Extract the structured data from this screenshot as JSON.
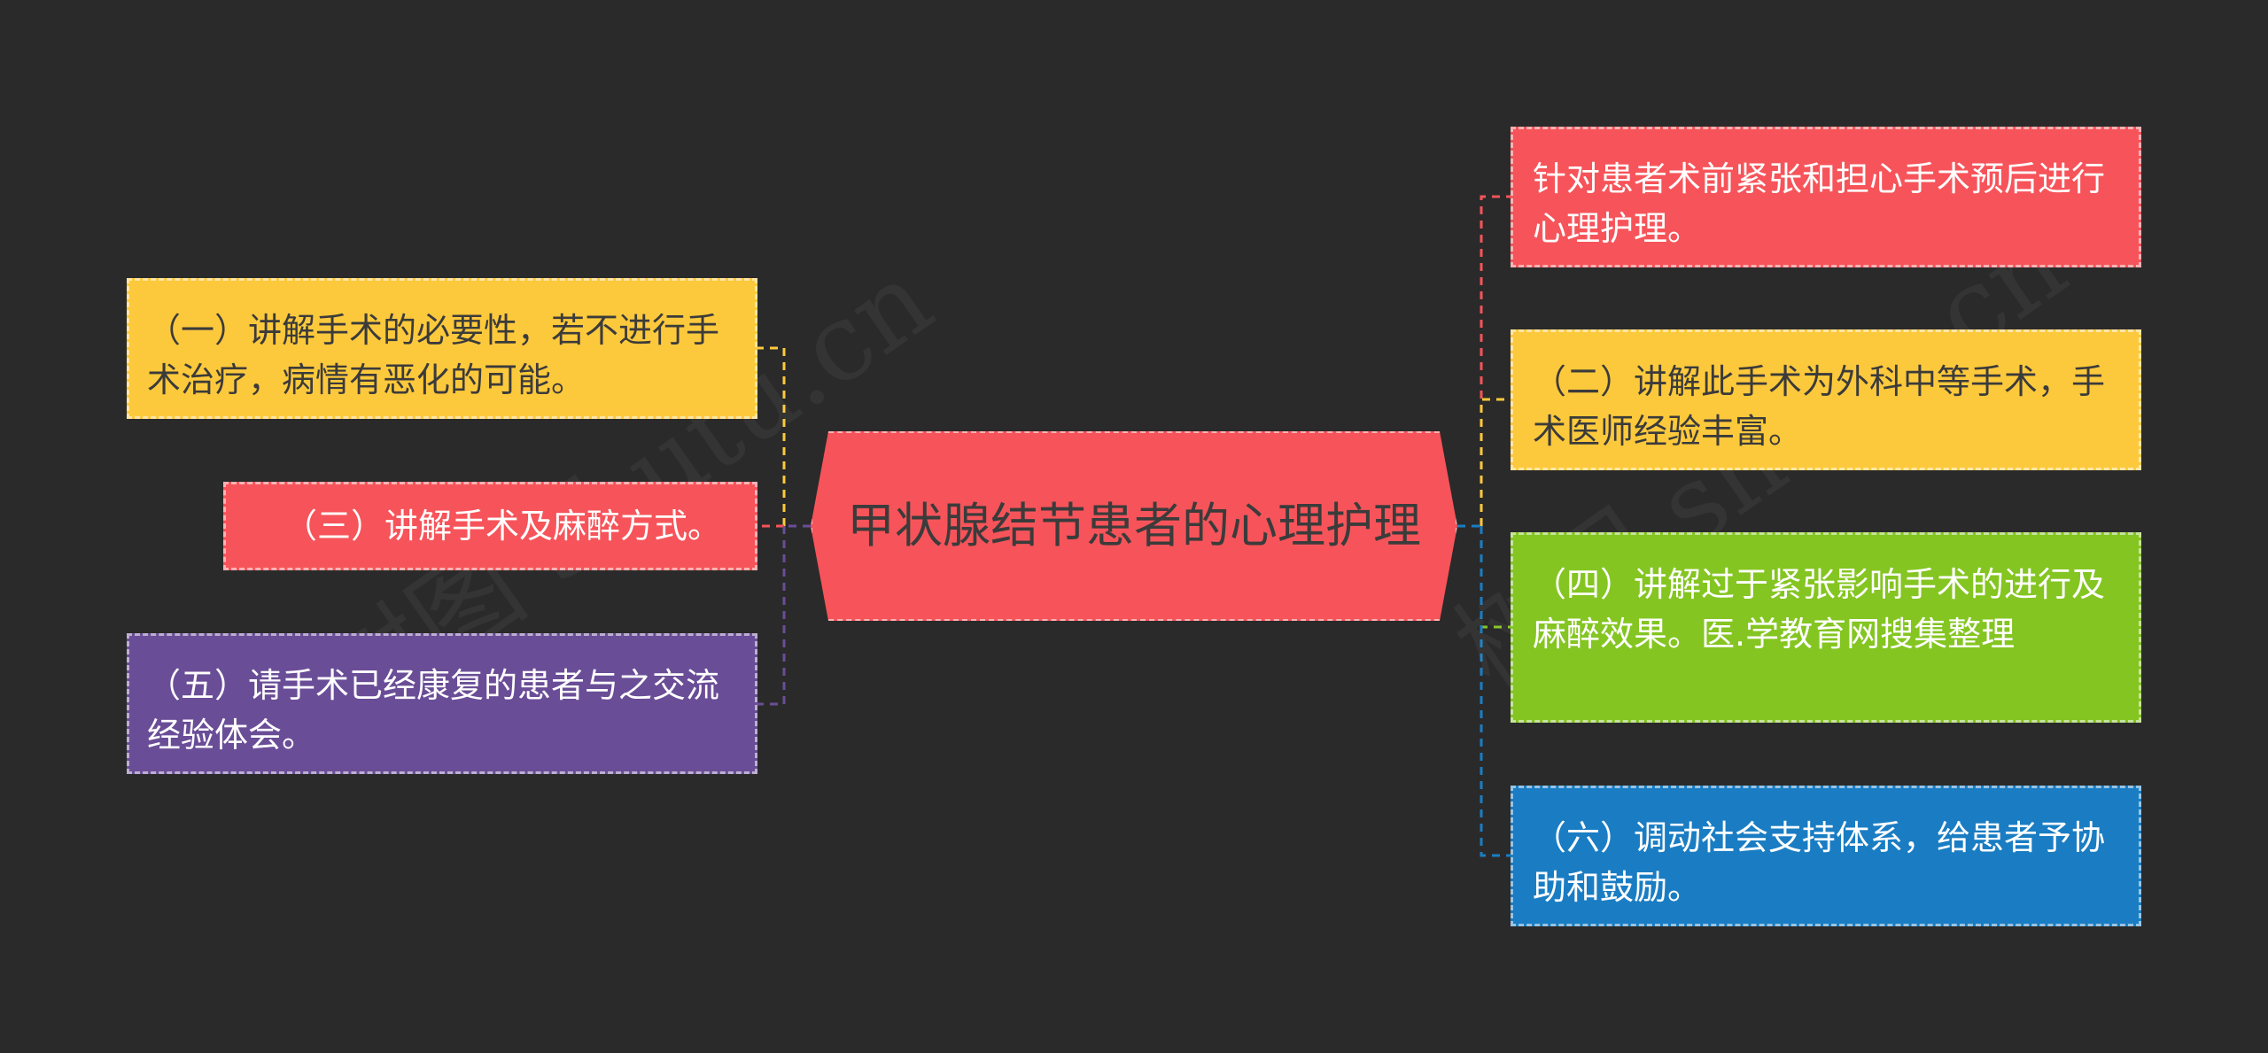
{
  "colors": {
    "background": "#2a2a2a",
    "red": "#f6545a",
    "yellow": "#fdc93c",
    "purple": "#6a4d97",
    "green": "#84c521",
    "blue": "#1a7dc3",
    "dark_text": "#3b3b3b",
    "light_text": "#ffffff"
  },
  "central": {
    "title": "甲状腺结节患者的心理护理"
  },
  "left_nodes": [
    {
      "text": "（一）讲解手术的必要性，若不进行手术治疗，病情有恶化的可能。",
      "color": "yellow"
    },
    {
      "text": "（三）讲解手术及麻醉方式。",
      "color": "red"
    },
    {
      "text": "（五）请手术已经康复的患者与之交流经验体会。",
      "color": "purple"
    }
  ],
  "right_nodes": [
    {
      "text": "针对患者术前紧张和担心手术预后进行心理护理。",
      "color": "red"
    },
    {
      "text": "（二）讲解此手术为外科中等手术，手术医师经验丰富。",
      "color": "yellow"
    },
    {
      "text": "（四）讲解过于紧张影响手术的进行及麻醉效果。医.学教育网搜集整理",
      "color": "green"
    },
    {
      "text": "（六）调动社会支持体系，给患者予协助和鼓励。",
      "color": "blue"
    }
  ],
  "watermark": {
    "text_left": "树图 shutu.cn",
    "text_right": "树图 shutu.cn"
  }
}
